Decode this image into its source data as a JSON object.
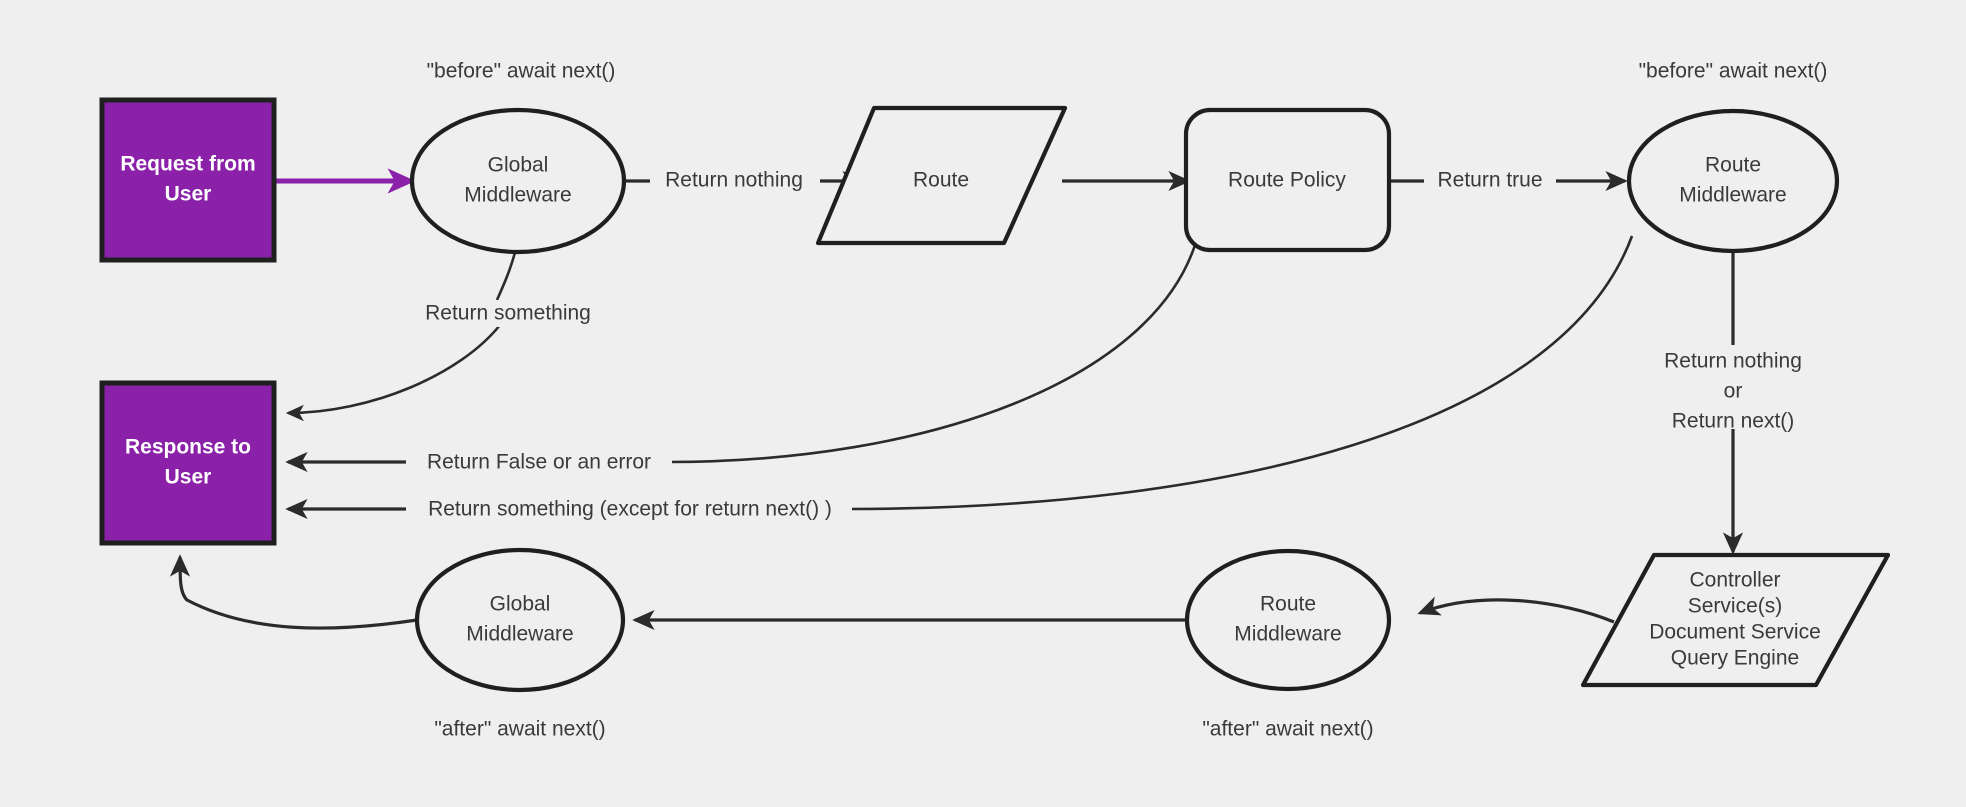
{
  "diagram": {
    "title": "Middleware request/response lifecycle flow",
    "background_color": "#efefef",
    "accent_color": "#8A21A8",
    "line_color": "#2b2b2b",
    "text_color": "#3a3a3a"
  },
  "nodes": {
    "request_from_user": {
      "line1": "Request from",
      "line2": "User"
    },
    "response_to_user": {
      "line1": "Response to",
      "line2": "User"
    },
    "global_middleware_top": {
      "line1": "Global",
      "line2": "Middleware"
    },
    "route": {
      "line1": "Route"
    },
    "route_policy": {
      "line1": "Route Policy"
    },
    "route_middleware_top": {
      "line1": "Route",
      "line2": "Middleware"
    },
    "controller_services": {
      "line1": "Controller",
      "line2": "Service(s)",
      "line3": "Document Service",
      "line4": "Query Engine"
    },
    "route_middleware_bottom": {
      "line1": "Route",
      "line2": "Middleware"
    },
    "global_middleware_bottom": {
      "line1": "Global",
      "line2": "Middleware"
    }
  },
  "annotations": {
    "before_await_next_left": "\"before\" await next()",
    "before_await_next_right": "\"before\" await next()",
    "after_await_next_left": "\"after\" await next()",
    "after_await_next_right": "\"after\" await next()"
  },
  "edge_labels": {
    "return_something_top": "Return something",
    "return_nothing": "Return nothing",
    "return_true": "Return true",
    "return_false_or_error": "Return False or an error",
    "return_something_except_next": "Return something (except for return next() )",
    "return_nothing_or_next_line1": "Return nothing",
    "return_nothing_or_next_line2": "or",
    "return_nothing_or_next_line3": "Return next()"
  }
}
